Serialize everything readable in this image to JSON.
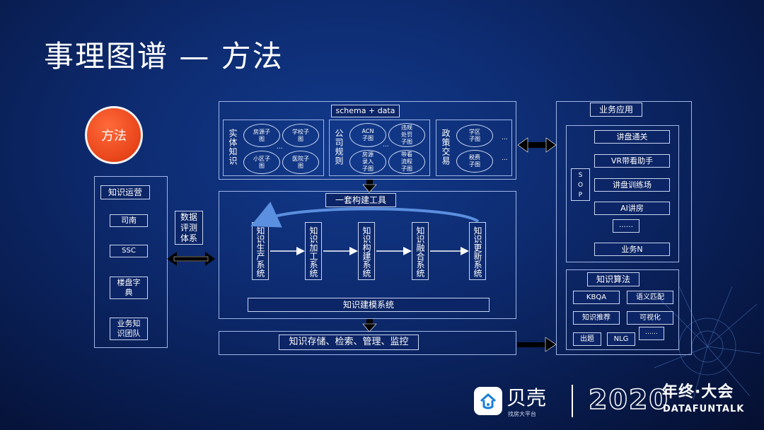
{
  "title": "事理图谱 — 方法",
  "badge": "方法",
  "schema_label": "schema + data",
  "entity": {
    "label": "实体知识",
    "nodes": [
      "房源子图",
      "学校子图",
      "小区子图",
      "医院子图"
    ],
    "more": "..."
  },
  "company": {
    "label": "公司规则",
    "nodes": [
      "ACN子图",
      "违规处罚子图",
      "房源录入子图",
      "带看流程子图"
    ],
    "more": "..."
  },
  "policy": {
    "label": "政策交易",
    "nodes": [
      "学区子图",
      "税费子图"
    ],
    "more": [
      "...",
      "..."
    ]
  },
  "toolchain": {
    "label": "一套构建工具",
    "systems": [
      "知识生产系统",
      "知识加工系统",
      "知识构建系统",
      "知识融合系统",
      "知识更新系统"
    ],
    "modeling": "知识建模系统"
  },
  "storage_label": "知识存储、检索、管理、监控",
  "left_panel": {
    "title": "知识运营",
    "items": [
      "司南",
      "SSC",
      "楼盘字典",
      "业务知识团队"
    ]
  },
  "eval_label": "数据评测体系",
  "business": {
    "title": "业务应用",
    "sop": "SOP",
    "items": [
      "讲盘通关",
      "VR带看助手",
      "讲盘训练场",
      "AI讲房",
      "……",
      "业务N"
    ]
  },
  "algorithms": {
    "title": "知识算法",
    "items": [
      "KBQA",
      "语义匹配",
      "知识推荐",
      "可视化",
      "出题",
      "NLG",
      "……"
    ]
  },
  "footer": {
    "brand": "贝壳",
    "brand_sub": "找房大平台",
    "year": "2020",
    "event": "年终·大会",
    "event_en": "DATAFUNTALK"
  },
  "colors": {
    "background": "#0d2a6e",
    "badge": "#e8441a",
    "line": "#c9d6f2",
    "feedback_arrow": "#5b8fe0"
  }
}
